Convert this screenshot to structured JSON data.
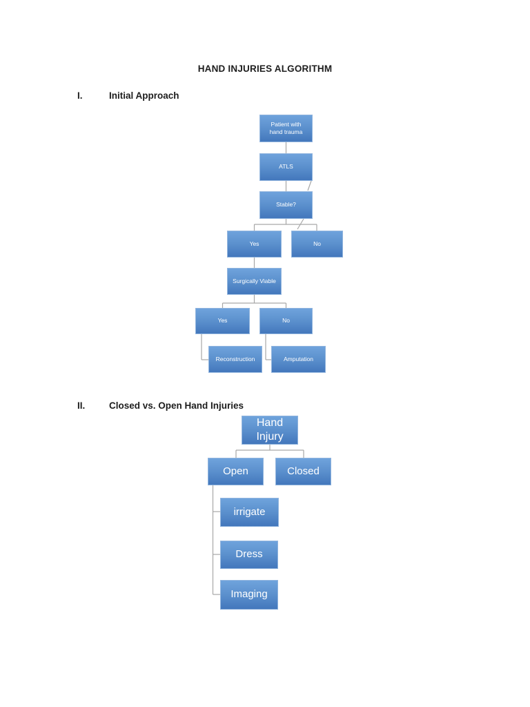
{
  "page": {
    "title": "HAND INJURIES ALGORITHM"
  },
  "sections": [
    {
      "numeral": "I.",
      "heading": "Initial Approach"
    },
    {
      "numeral": "II.",
      "heading": "Closed vs. Open Hand Injuries"
    }
  ],
  "colors": {
    "box_top": "#6FA3DC",
    "box_mid": "#5B90CD",
    "box_bottom": "#4377BC",
    "box_border": "#92B5DE",
    "box_text": "#FFFFFF",
    "connector": "#A6A6A6"
  },
  "flowchart1": {
    "title": "Initial Approach",
    "nodes": [
      {
        "id": "patient",
        "label": "Patient with hand trauma"
      },
      {
        "id": "atls",
        "label": "ATLS"
      },
      {
        "id": "stable",
        "label": "Stable?"
      },
      {
        "id": "stable-yes",
        "label": "Yes"
      },
      {
        "id": "stable-no",
        "label": "No"
      },
      {
        "id": "surgically-viable",
        "label": "Surgically Viable"
      },
      {
        "id": "viable-yes",
        "label": "Yes"
      },
      {
        "id": "viable-no",
        "label": "No"
      },
      {
        "id": "reconstruction",
        "label": "Reconstruction"
      },
      {
        "id": "amputation",
        "label": "Amputation"
      }
    ],
    "edges": [
      "Patient with hand trauma -> ATLS",
      "ATLS -> Stable?",
      "Stable? -> Yes",
      "Stable? -> No",
      "Yes -> Surgically Viable",
      "Surgically Viable -> Yes",
      "Surgically Viable -> No",
      "Yes -> Reconstruction",
      "No -> Amputation"
    ]
  },
  "flowchart2": {
    "title": "Closed vs. Open Hand Injuries",
    "nodes": [
      {
        "id": "hand-injury",
        "label": "Hand Injury"
      },
      {
        "id": "open",
        "label": "Open"
      },
      {
        "id": "closed",
        "label": "Closed"
      },
      {
        "id": "irrigate",
        "label": "irrigate"
      },
      {
        "id": "dress",
        "label": "Dress"
      },
      {
        "id": "imaging",
        "label": "Imaging"
      }
    ],
    "edges": [
      "Hand Injury -> Open",
      "Hand Injury -> Closed",
      "Open -> irrigate",
      "Open -> Dress",
      "Open -> Imaging"
    ]
  }
}
